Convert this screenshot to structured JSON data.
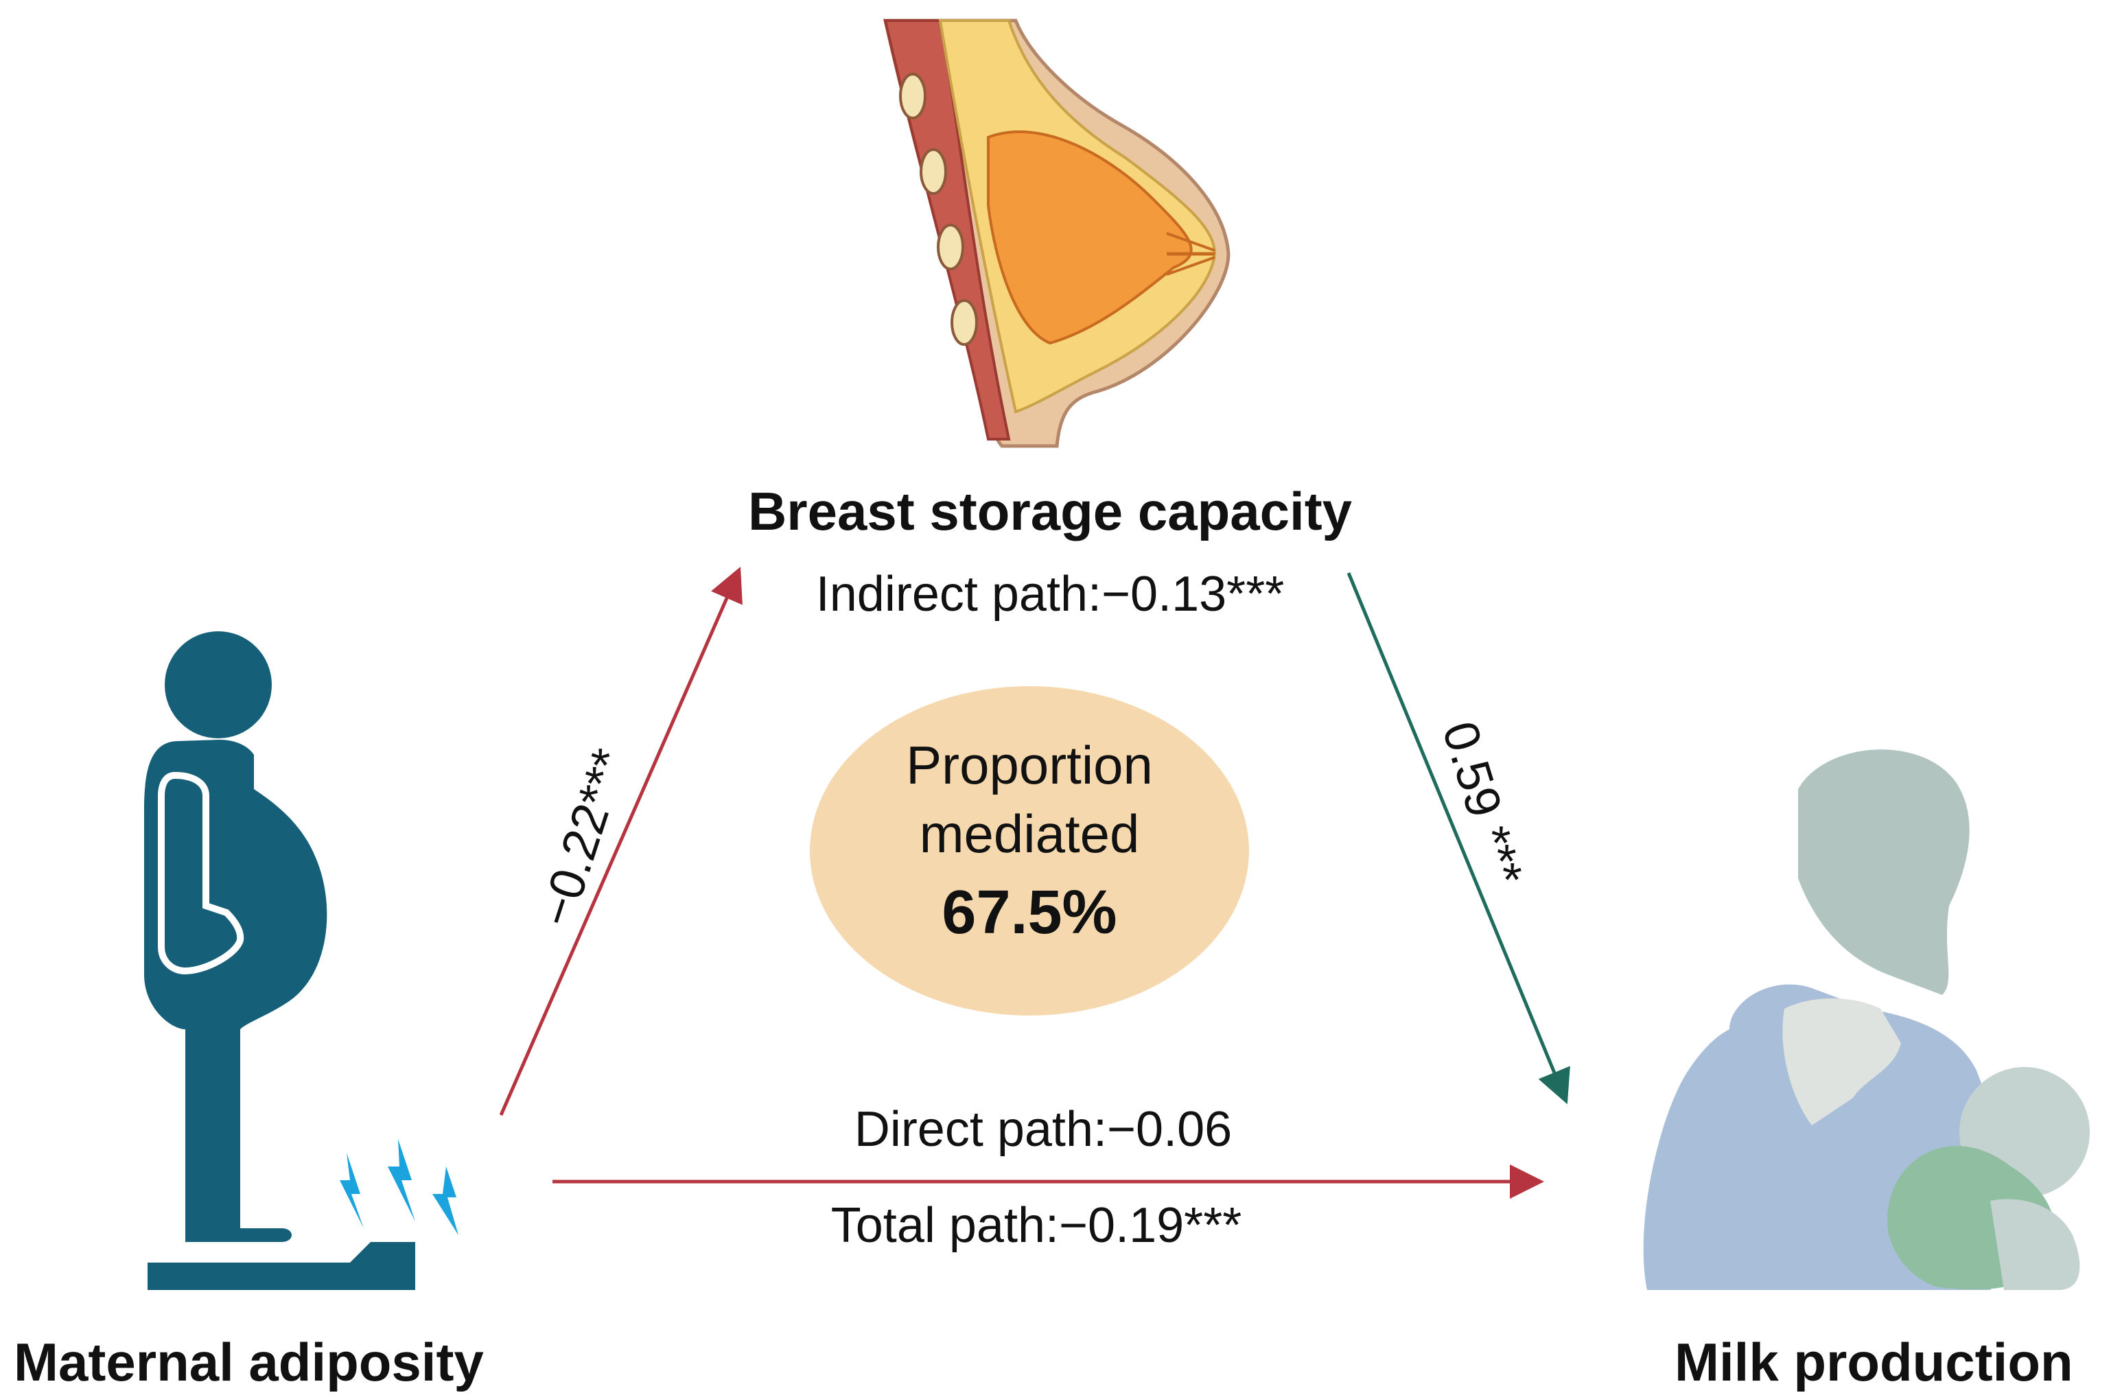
{
  "diagram": {
    "mediator": {
      "title": "Breast storage capacity",
      "indirect_label": "Indirect path:−0.13***"
    },
    "exposure": {
      "title": "Maternal adiposity"
    },
    "outcome": {
      "title": "Milk production"
    },
    "path_a": {
      "label": "−0.22***"
    },
    "path_b": {
      "label": "0.59 ***"
    },
    "direct_label": "Direct path:−0.06",
    "total_label": "Total path:−0.19***",
    "mediation": {
      "line1": "Proportion",
      "line2": "mediated",
      "value": "67.5%"
    }
  },
  "colors": {
    "arrow_red": "#b5343f",
    "arrow_green": "#1f6b5e",
    "figure_teal": "#155f78",
    "lightning_blue": "#1aa3dd",
    "ellipse_fill": "#f5d8ad"
  },
  "icons": {
    "exposure": "pregnant-woman-on-scale-icon",
    "mediator": "breast-anatomy-icon",
    "outcome": "breastfeeding-mother-icon"
  }
}
